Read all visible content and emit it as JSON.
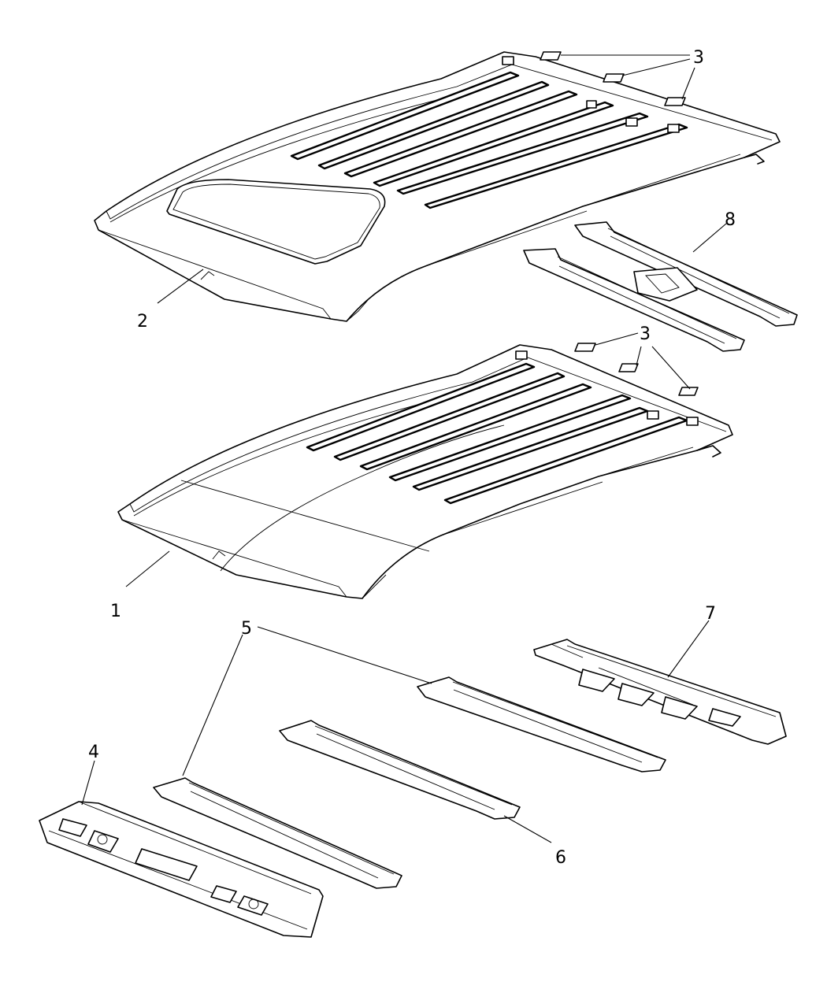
{
  "callouts": {
    "c1": "1",
    "c2": "2",
    "c3_upper": "3",
    "c3_lower": "3",
    "c4": "4",
    "c5": "5",
    "c6": "6",
    "c7": "7",
    "c8": "8"
  }
}
